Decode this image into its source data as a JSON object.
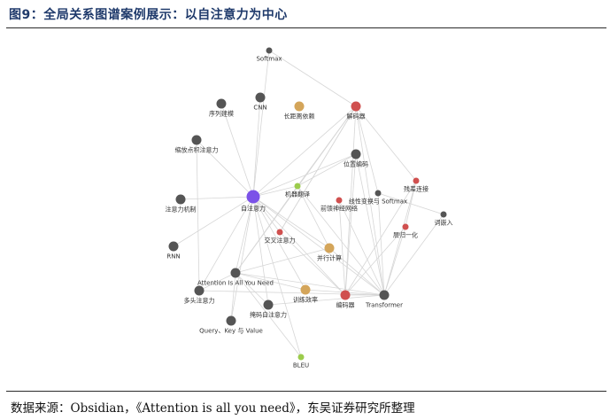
{
  "title": "图9：全局关系图谱案例展示：以自注意力为中心",
  "source": "数据来源：Obsidian，《Attention is all you need》，东吴证券研究所整理",
  "colors": {
    "gray": "#555555",
    "purple": "#7b52e8",
    "red": "#d0504f",
    "orange": "#d4a55a",
    "green": "#9ccc4c",
    "edge": "#d6d6d6"
  },
  "nodes": [
    {
      "id": "softmax",
      "label": "Softmax",
      "color": "gray",
      "size": "s"
    },
    {
      "id": "cnn",
      "label": "CNN",
      "color": "gray",
      "size": "m"
    },
    {
      "id": "seq-model",
      "label": "序列建模",
      "color": "gray",
      "size": "m"
    },
    {
      "id": "long-dep",
      "label": "长距离依赖",
      "color": "orange",
      "size": "m"
    },
    {
      "id": "decoder",
      "label": "解码器",
      "color": "red",
      "size": "m"
    },
    {
      "id": "dot-attn",
      "label": "缩放点积注意力",
      "color": "gray",
      "size": "m"
    },
    {
      "id": "pos-enc",
      "label": "位置编码",
      "color": "gray",
      "size": "m"
    },
    {
      "id": "mt",
      "label": "机器翻译",
      "color": "green",
      "size": "s"
    },
    {
      "id": "residual",
      "label": "残差连接",
      "color": "red",
      "size": "s"
    },
    {
      "id": "linear-softmax",
      "label": "线性变换与 Softmax",
      "color": "gray",
      "size": "s"
    },
    {
      "id": "ffn",
      "label": "前馈神经网络",
      "color": "red",
      "size": "s"
    },
    {
      "id": "attn-mech",
      "label": "注意力机制",
      "color": "gray",
      "size": "m"
    },
    {
      "id": "self-attn",
      "label": "自注意力",
      "color": "purple",
      "size": "l"
    },
    {
      "id": "embedding",
      "label": "词嵌入",
      "color": "gray",
      "size": "s"
    },
    {
      "id": "layernorm",
      "label": "层归一化",
      "color": "red",
      "size": "s"
    },
    {
      "id": "cross-attn",
      "label": "交叉注意力",
      "color": "red",
      "size": "s"
    },
    {
      "id": "rnn",
      "label": "RNN",
      "color": "gray",
      "size": "m"
    },
    {
      "id": "parallel",
      "label": "并行计算",
      "color": "orange",
      "size": "m"
    },
    {
      "id": "paper",
      "label": "Attention Is All You Need",
      "color": "gray",
      "size": "m"
    },
    {
      "id": "multihead",
      "label": "多头注意力",
      "color": "gray",
      "size": "m"
    },
    {
      "id": "efficiency",
      "label": "训练效率",
      "color": "orange",
      "size": "m"
    },
    {
      "id": "encoder",
      "label": "编码器",
      "color": "red",
      "size": "m"
    },
    {
      "id": "transformer",
      "label": "Transformer",
      "color": "gray",
      "size": "m"
    },
    {
      "id": "masked-attn",
      "label": "掩码自注意力",
      "color": "gray",
      "size": "m"
    },
    {
      "id": "qkv",
      "label": "Query、Key 与 Value",
      "color": "gray",
      "size": "m"
    },
    {
      "id": "bleu",
      "label": "BLEU",
      "color": "green",
      "size": "s"
    }
  ],
  "edges": [
    [
      "self-attn",
      "softmax"
    ],
    [
      "self-attn",
      "cnn"
    ],
    [
      "self-attn",
      "seq-model"
    ],
    [
      "self-attn",
      "dot-attn"
    ],
    [
      "self-attn",
      "attn-mech"
    ],
    [
      "self-attn",
      "rnn"
    ],
    [
      "self-attn",
      "paper"
    ],
    [
      "self-attn",
      "multihead"
    ],
    [
      "self-attn",
      "decoder"
    ],
    [
      "self-attn",
      "pos-enc"
    ],
    [
      "self-attn",
      "cross-attn"
    ],
    [
      "self-attn",
      "parallel"
    ],
    [
      "self-attn",
      "encoder"
    ],
    [
      "self-attn",
      "transformer"
    ],
    [
      "self-attn",
      "efficiency"
    ],
    [
      "self-attn",
      "qkv"
    ],
    [
      "self-attn",
      "masked-attn"
    ],
    [
      "self-attn",
      "bleu"
    ],
    [
      "self-attn",
      "mt"
    ],
    [
      "softmax",
      "decoder"
    ],
    [
      "decoder",
      "transformer"
    ],
    [
      "decoder",
      "residual"
    ],
    [
      "decoder",
      "linear-softmax"
    ],
    [
      "decoder",
      "encoder"
    ],
    [
      "decoder",
      "cross-attn"
    ],
    [
      "decoder",
      "paper"
    ],
    [
      "decoder",
      "mt"
    ],
    [
      "pos-enc",
      "transformer"
    ],
    [
      "pos-enc",
      "encoder"
    ],
    [
      "pos-enc",
      "mt"
    ],
    [
      "residual",
      "transformer"
    ],
    [
      "residual",
      "encoder"
    ],
    [
      "residual",
      "layernorm"
    ],
    [
      "embedding",
      "transformer"
    ],
    [
      "embedding",
      "linear-softmax"
    ],
    [
      "linear-softmax",
      "transformer"
    ],
    [
      "ffn",
      "transformer"
    ],
    [
      "ffn",
      "encoder"
    ],
    [
      "layernorm",
      "transformer"
    ],
    [
      "layernorm",
      "encoder"
    ],
    [
      "mt",
      "transformer"
    ],
    [
      "mt",
      "parallel"
    ],
    [
      "mt",
      "paper"
    ],
    [
      "cross-attn",
      "encoder"
    ],
    [
      "cross-attn",
      "decoder"
    ],
    [
      "parallel",
      "transformer"
    ],
    [
      "parallel",
      "paper"
    ],
    [
      "encoder",
      "transformer"
    ],
    [
      "paper",
      "transformer"
    ],
    [
      "multihead",
      "transformer"
    ],
    [
      "efficiency",
      "paper"
    ],
    [
      "masked-attn",
      "transformer"
    ],
    [
      "qkv",
      "paper"
    ],
    [
      "paper",
      "bleu"
    ],
    [
      "paper",
      "multihead"
    ],
    [
      "paper",
      "masked-attn"
    ],
    [
      "dot-attn",
      "multihead"
    ],
    [
      "efficiency",
      "transformer"
    ]
  ]
}
